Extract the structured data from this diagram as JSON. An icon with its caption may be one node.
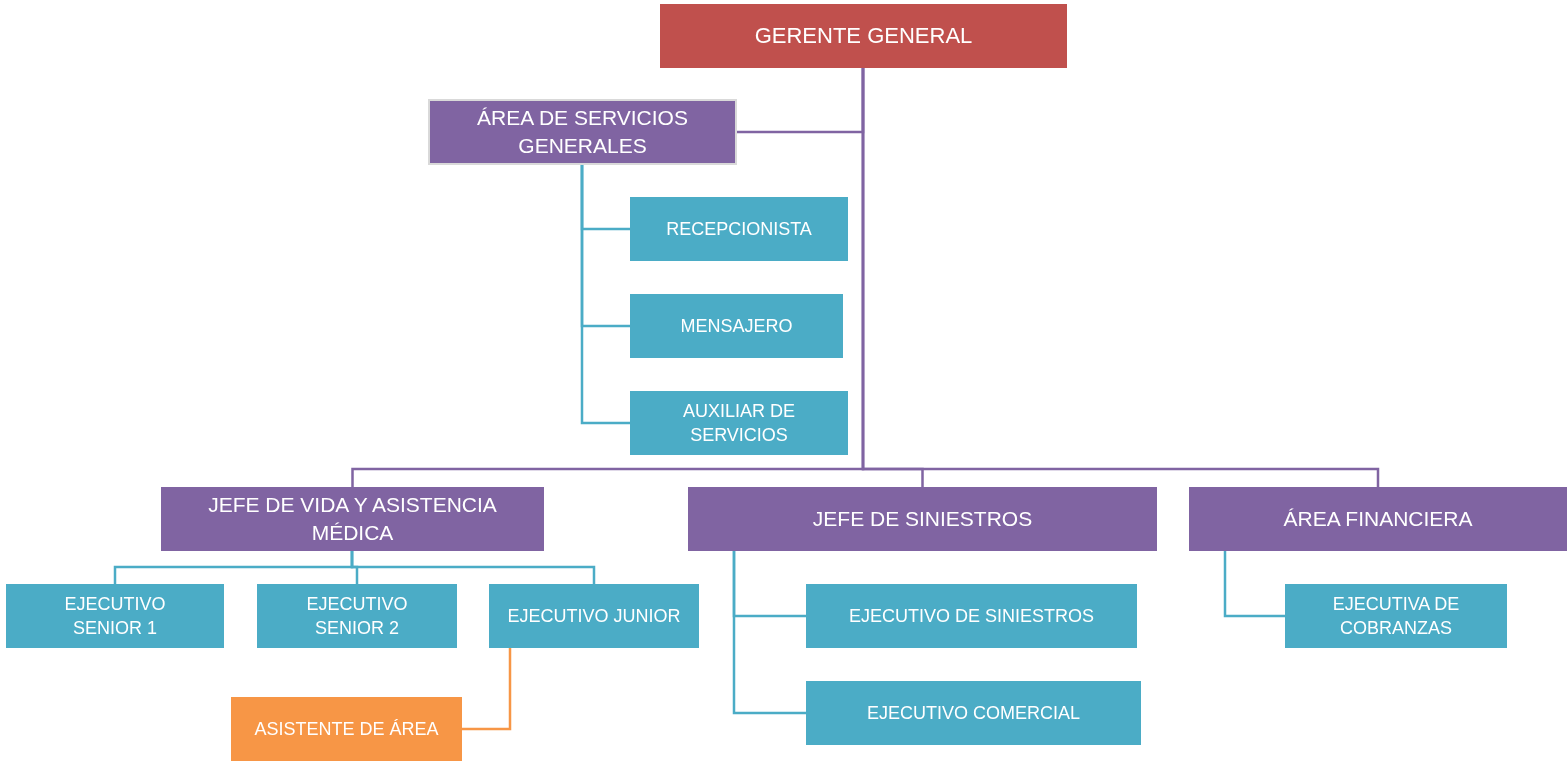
{
  "diagram": {
    "nodes": [
      {
        "text": [
          "GERENTE GENERAL"
        ]
      },
      {
        "text": [
          "ÁREA DE SERVICIOS GENERALES"
        ]
      },
      {
        "text": [
          "RECEPCIONISTA"
        ]
      },
      {
        "text": [
          "MENSAJERO"
        ]
      },
      {
        "text": [
          "AUXILIAR DE SERVICIOS"
        ]
      },
      {
        "text": [
          "JEFE DE VIDA Y ASISTENCIA MÉDICA"
        ]
      },
      {
        "text": [
          "JEFE DE SINIESTROS"
        ]
      },
      {
        "text": [
          "ÁREA FINANCIERA"
        ]
      },
      {
        "text": [
          "EJECUTIVO SENIOR 1"
        ]
      },
      {
        "text": [
          "EJECUTIVO SENIOR 2"
        ]
      },
      {
        "text": [
          "EJECUTIVO JUNIOR"
        ]
      },
      {
        "text": [
          "ASISTENTE DE ÁREA"
        ]
      },
      {
        "text": [
          "EJECUTIVO DE SINIESTROS"
        ]
      },
      {
        "text": [
          "EJECUTIVO COMERCIAL"
        ]
      },
      {
        "text": [
          "EJECUTIVA DE COBRANZAS"
        ]
      }
    ],
    "edges": [
      {
        "from": 0,
        "to": 1,
        "arrow": "none",
        "color": "#8064a2"
      },
      {
        "from": 0,
        "to": 5,
        "arrow": "none",
        "color": "#8064a2"
      },
      {
        "from": 0,
        "to": 6,
        "arrow": "none",
        "color": "#8064a2"
      },
      {
        "from": 0,
        "to": 7,
        "arrow": "none",
        "color": "#8064a2"
      },
      {
        "from": 1,
        "to": 2,
        "arrow": "none"
      },
      {
        "from": 1,
        "to": 3,
        "arrow": "none"
      },
      {
        "from": 1,
        "to": 4,
        "arrow": "none"
      },
      {
        "from": 5,
        "to": 8,
        "arrow": "none"
      },
      {
        "from": 5,
        "to": 9,
        "arrow": "none"
      },
      {
        "from": 5,
        "to": 10,
        "arrow": "none"
      },
      {
        "from": 10,
        "to": 11,
        "arrow": "none",
        "color": "#f79646"
      },
      {
        "from": 6,
        "to": 12,
        "arrow": "none"
      },
      {
        "from": 6,
        "to": 13,
        "arrow": "none"
      },
      {
        "from": 7,
        "to": 14,
        "arrow": "none"
      }
    ]
  }
}
